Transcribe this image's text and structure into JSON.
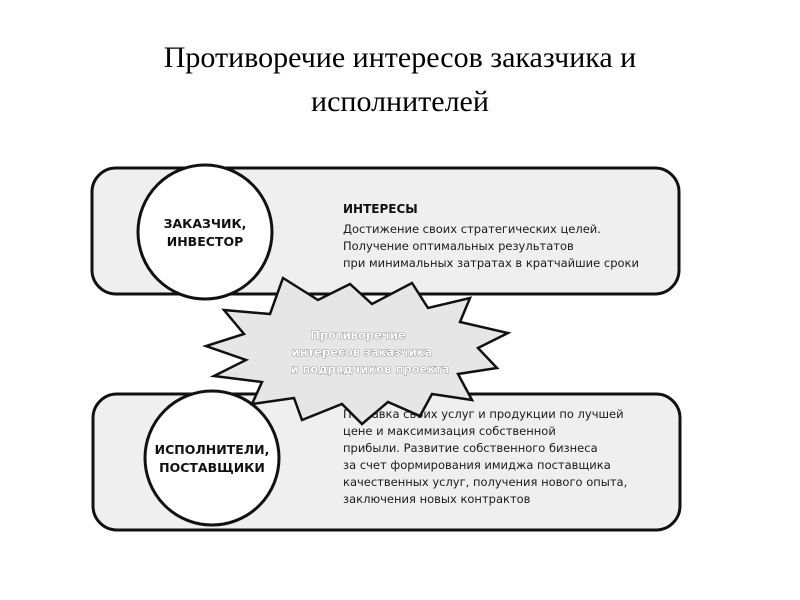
{
  "title": {
    "line1": "Противоречие интересов заказчика и",
    "line2": "исполнителей"
  },
  "customer": {
    "role_line1": "ЗАКАЗЧИК,",
    "role_line2": "ИНВЕСТОР",
    "heading": "ИНТЕРЕСЫ",
    "lines": [
      "Достижение своих стратегических целей.",
      "Получение оптимальных результатов",
      "при минимальных затратах в кратчайшие сроки"
    ]
  },
  "conflict": {
    "lines": [
      "Противоречие",
      "интересов заказчика",
      "и подрядчиков проекта"
    ]
  },
  "contractor": {
    "role_line1": "ИСПОЛНИТЕЛИ,",
    "role_line2": "ПОСТАВЩИКИ",
    "lines": [
      "Поставка своих услуг и продукции по лучшей",
      "цене и максимизация собственной",
      "прибыли. Развитие собственного бизнеса",
      "за счет формирования имиджа поставщика",
      "качественных услуг, получения нового опыта,",
      "заключения новых контрактов"
    ]
  }
}
